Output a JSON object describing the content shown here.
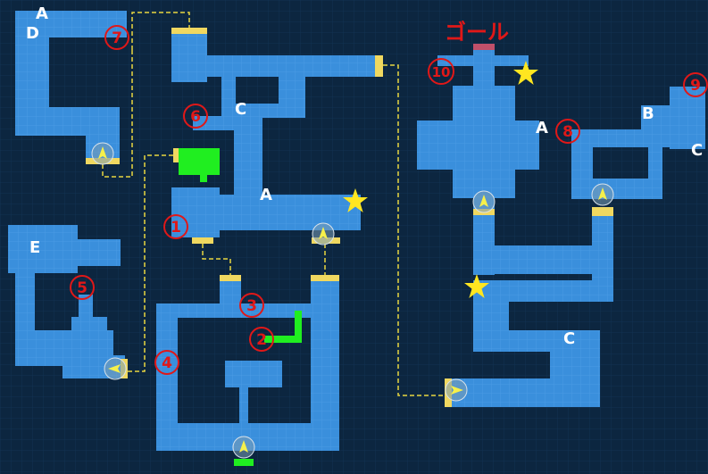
{
  "map": {
    "colors": {
      "background": "#0c2640",
      "corridor": "#3a8fdc",
      "door": "#f0d860",
      "green": "#20ee20",
      "numbers": "#e01818",
      "route": "#e8d640",
      "star": "#ffe620"
    },
    "goal_label": "ゴール",
    "letters": [
      "A",
      "D",
      "C",
      "A",
      "E",
      "A",
      "B",
      "C",
      "C"
    ],
    "numbers": [
      "1",
      "2",
      "3",
      "4",
      "5",
      "6",
      "7",
      "8",
      "9",
      "10"
    ],
    "icons": {
      "star": "star-icon",
      "marker": "player-arrow-marker"
    }
  }
}
